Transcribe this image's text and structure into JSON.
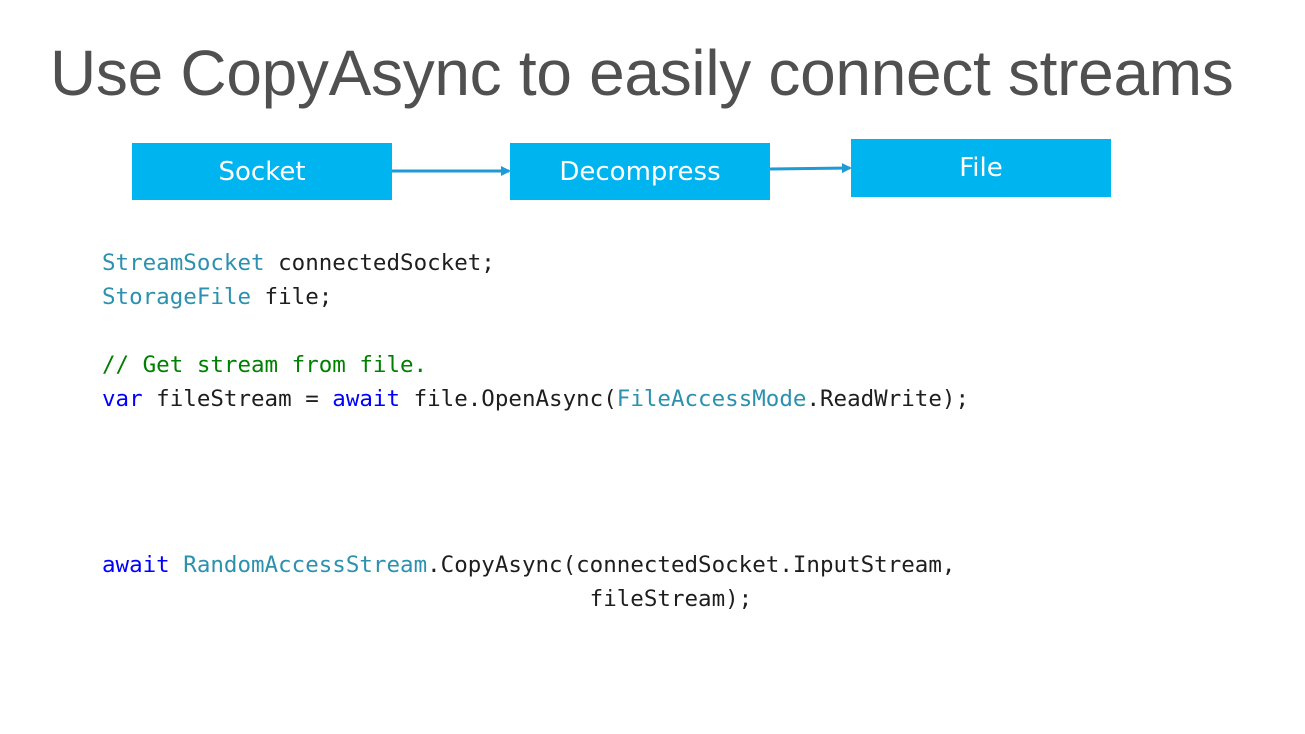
{
  "title": "Use CopyAsync to easily connect streams",
  "diagram": {
    "boxes": [
      {
        "label": "Socket"
      },
      {
        "label": "Decompress"
      },
      {
        "label": "File"
      }
    ],
    "box_color": "#00b4f0",
    "arrow_color": "#1e9ad6"
  },
  "code": {
    "line1": {
      "type": "StreamSocket",
      "rest": " connectedSocket;"
    },
    "line2": {
      "type": "StorageFile",
      "rest": " file;"
    },
    "line3": {
      "comment": "// Get stream from file."
    },
    "line4": {
      "kw1": "var",
      "mid1": " fileStream = ",
      "kw2": "await",
      "mid2": " file.OpenAsync(",
      "type": "FileAccessMode",
      "rest": ".ReadWrite);"
    },
    "line5": {
      "kw": "await",
      "sp": " ",
      "type": "RandomAccessStream",
      "rest": ".CopyAsync(connectedSocket.InputStream,"
    },
    "line6": {
      "text": "                                    fileStream);"
    }
  },
  "colors": {
    "title": "#505050",
    "type": "#2b91af",
    "keyword": "#0000ff",
    "comment": "#008000"
  }
}
